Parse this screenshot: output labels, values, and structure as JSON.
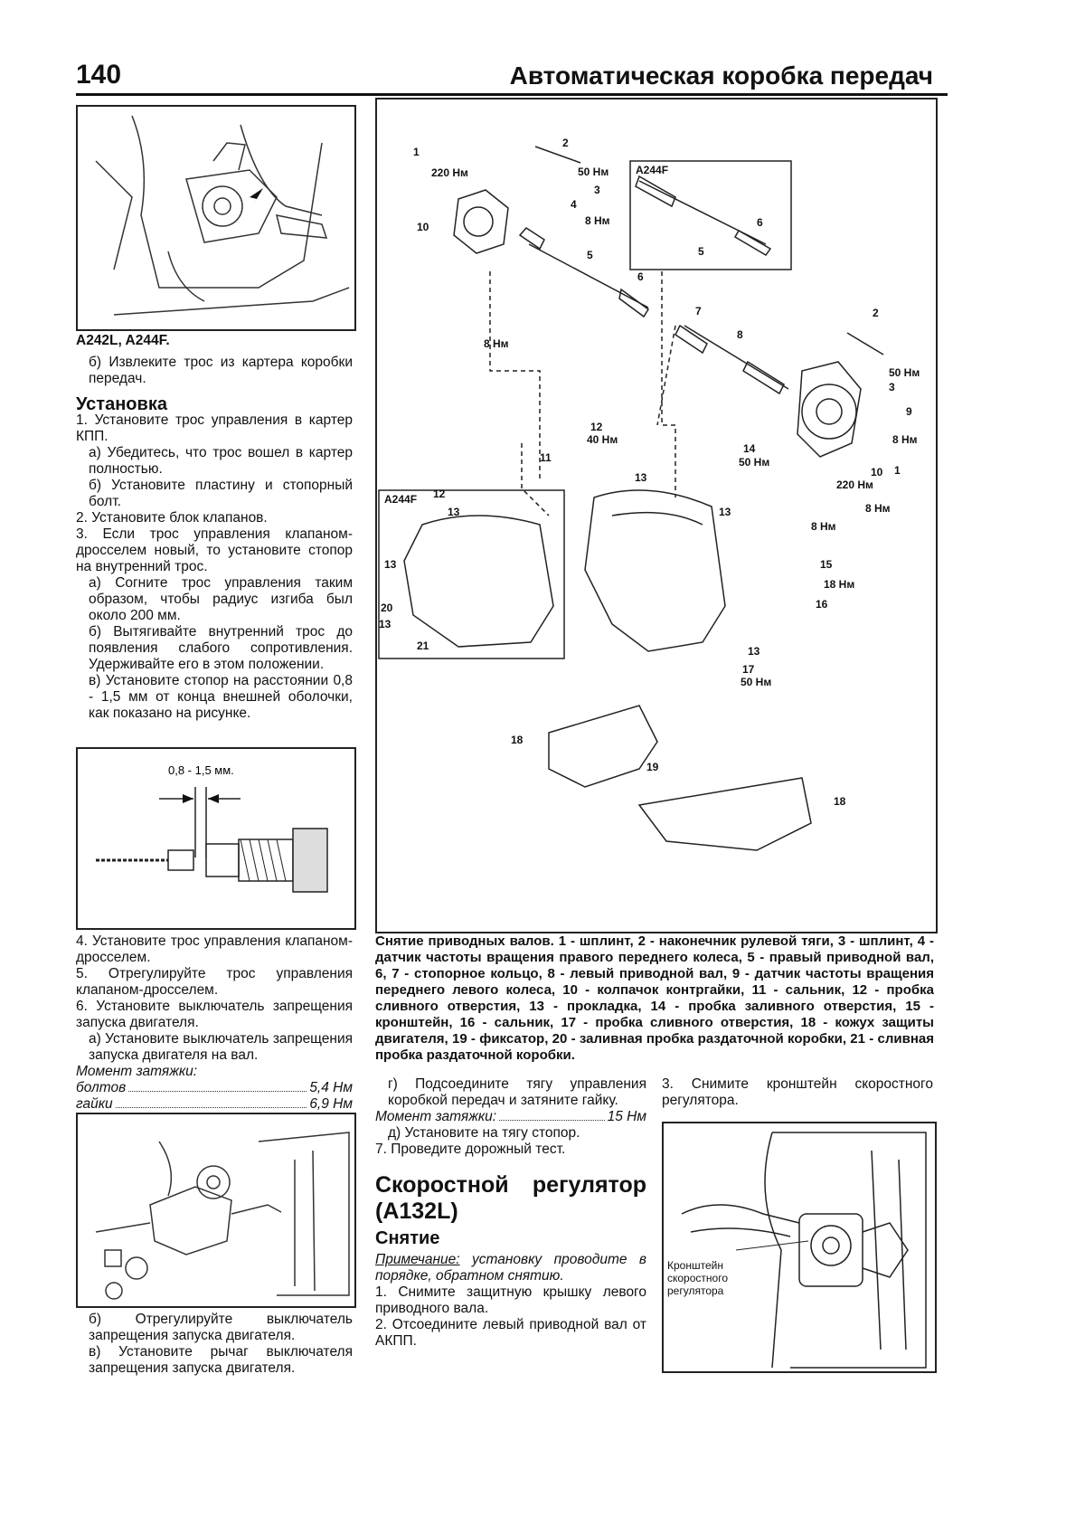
{
  "header": {
    "page_number": "140",
    "title": "Автоматическая коробка передач"
  },
  "left": {
    "fig1_caption": "A242L, A244F.",
    "step_b_remove": "б) Извлеките трос из картера коробки передач.",
    "install_heading": "Установка",
    "s1": "1. Установите трос управления в картер КПП.",
    "s1a": "а) Убедитесь, что трос вошел в картер полностью.",
    "s1b": "б) Установите пластину и стопорный болт.",
    "s2": "2. Установите блок клапанов.",
    "s3": "3. Если трос управления клапаном-дросселем новый, то установите стопор на внутренний трос.",
    "s3a": "а) Согните трос управления таким образом, чтобы радиус изгиба был около 200 мм.",
    "s3b": "б) Вытягивайте внутренний трос до появления слабого сопротивления. Удерживайте его в этом положении.",
    "s3c": "в) Установите стопор на расстоянии 0,8 - 1,5 мм от конца внешней оболочки, как показано на рисунке.",
    "fig2_dim": "0,8 - 1,5 мм.",
    "s4": "4. Установите трос управления клапаном-дросселем.",
    "s5": "5. Отрегулируйте трос управления клапаном-дросселем.",
    "s6": "6. Установите выключатель запрещения запуска двигателя.",
    "s6a": "а) Установите выключатель запрещения запуска двигателя на вал.",
    "torque_label": "Момент затяжки:",
    "torque_bolts_label": "болтов",
    "torque_bolts_value": "5,4 Нм",
    "torque_nuts_label": "гайки",
    "torque_nuts_value": "6,9 Нм",
    "s6b": "б) Отрегулируйте выключатель запрещения запуска двигателя.",
    "s6c": "в) Установите рычаг выключателя запрещения запуска двигателя."
  },
  "diagram": {
    "inset_a244f_top": "A244F",
    "inset_a244f_left": "A244F",
    "labels": {
      "n1": "1",
      "n2": "2",
      "n3": "3",
      "n4": "4",
      "n5": "5",
      "n6": "6",
      "n7": "7",
      "n8": "8",
      "n9": "9",
      "n10": "10",
      "n11": "11",
      "n12": "12",
      "n13": "13",
      "n14": "14",
      "n15": "15",
      "n16": "16",
      "n17": "17",
      "n18": "18",
      "n19": "19",
      "n20": "20",
      "n21": "21",
      "t220": "220 Нм",
      "t50": "50 Нм",
      "t8": "8 Нм",
      "t40": "40 Нм",
      "t18": "18 Нм"
    }
  },
  "caption": "Снятие приводных валов. 1 - шплинт, 2 - наконечник рулевой тяги, 3 - шплинт, 4 - датчик частоты вращения правого переднего колеса, 5 - правый приводной вал, 6, 7 - стопорное кольцо, 8 - левый приводной вал, 9 - датчик частоты вращения переднего левого колеса, 10 - колпачок контргайки, 11 - сальник, 12 - пробка сливного отверстия, 13 - прокладка, 14 - пробка заливного отверстия, 15 - кронштейн, 16 - сальник, 17 - пробка сливного отверстия, 18 - кожух защиты двигателя, 19 - фиксатор, 20 - заливная пробка раздаточной коробки, 21 - сливная пробка раздаточной коробки.",
  "mid": {
    "g": "г) Подсоедините тягу управления коробкой передач и затяните гайку.",
    "torque_label": "Момент затяжки:",
    "torque_value": "15 Нм",
    "d": "д) Установите на тягу стопор.",
    "s7": "7. Проведите дорожный тест.",
    "gov_heading": "Скоростной регулятор (A132L)",
    "removal_heading": "Снятие",
    "note_label": "Примечание:",
    "note_text": "установку проводите в порядке, обратном снятию.",
    "r1": "1. Снимите защитную крышку левого приводного вала.",
    "r2": "2. Отсоедините левый приводной вал от АКПП."
  },
  "right": {
    "r3": "3. Снимите кронштейн скоростного регулятора.",
    "fig_label": "Кронштейн скоростного регулятора"
  }
}
